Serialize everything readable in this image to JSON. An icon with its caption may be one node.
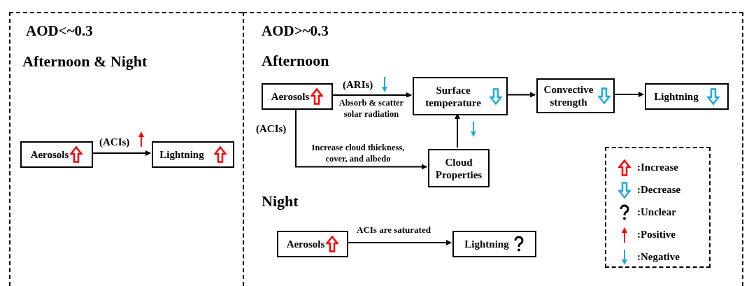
{
  "diagram": {
    "nodes": [
      {
        "text": [
          "AOD<~0.3",
          "Afternoon & Night"
        ]
      },
      {
        "text": [
          "Aerosols"
        ],
        "in": 0
      },
      {
        "text": [
          "Lightning"
        ],
        "in": 0
      },
      {
        "text": [
          "AOD>~0.3",
          "Afternoon",
          "Night"
        ]
      },
      {
        "text": [
          "Aerosols"
        ],
        "in": 3
      },
      {
        "text": [
          "Surface temperature"
        ],
        "in": 3
      },
      {
        "text": [
          "Convective strength"
        ],
        "in": 3
      },
      {
        "text": [
          "Lightning"
        ],
        "in": 3
      },
      {
        "text": [
          "Cloud Properties"
        ],
        "in": 3
      },
      {
        "text": [
          "Aerosols"
        ],
        "in": 3
      },
      {
        "text": [
          "Lightning"
        ],
        "in": 3
      }
    ],
    "edges": [
      {
        "from": 1,
        "to": 2,
        "arrow": "to",
        "label": "(ACIs)"
      },
      {
        "from": 4,
        "to": 5,
        "arrow": "to",
        "label": "(ARIs)"
      },
      {
        "from": 5,
        "to": 6,
        "arrow": "to"
      },
      {
        "from": 6,
        "to": 7,
        "arrow": "to"
      },
      {
        "from": 4,
        "to": 8,
        "arrow": "to",
        "label": "(ACIs)"
      },
      {
        "from": 8,
        "to": 5,
        "arrow": "to"
      },
      {
        "from": 9,
        "to": 10,
        "arrow": "to",
        "label": "ACIs are saturated"
      }
    ],
    "labels": [
      "Absorb & scatter solar radiation",
      "Increase cloud thickness, cover, and albedo"
    ],
    "legend": [
      {
        "text": ":Increase"
      },
      {
        "text": ":Decrease"
      },
      {
        "text": ":Unclear"
      },
      {
        "text": ":Positive"
      },
      {
        "text": ":Negative"
      }
    ]
  }
}
